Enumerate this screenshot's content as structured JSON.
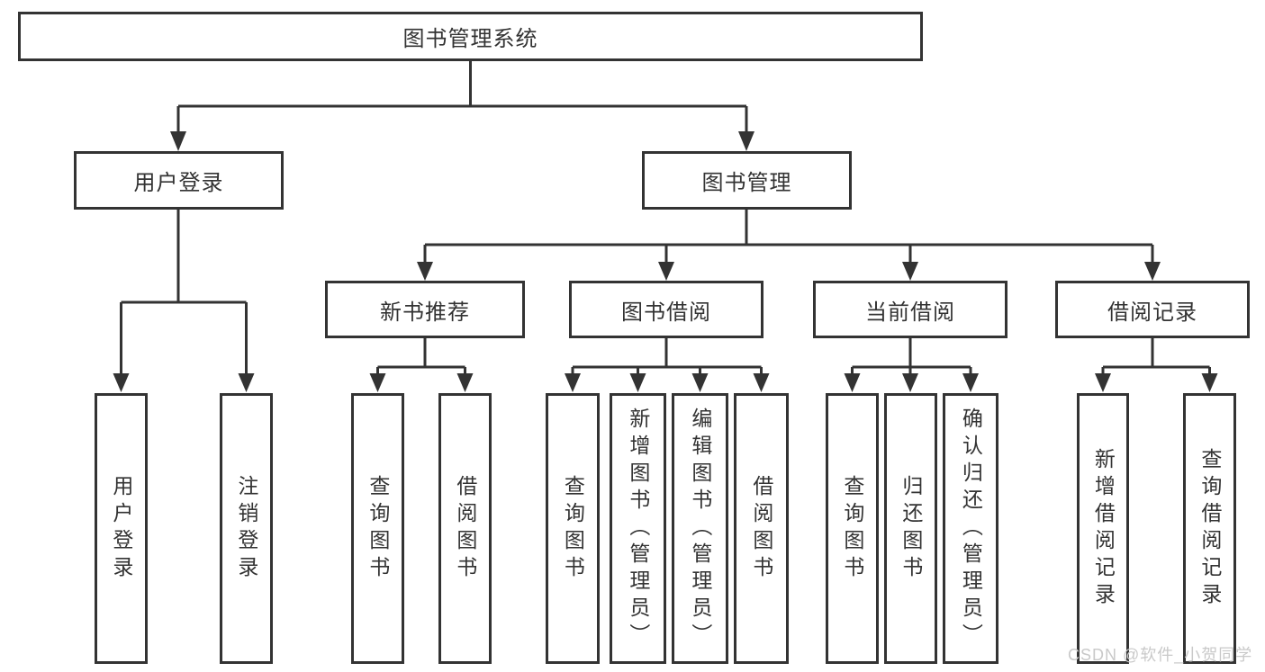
{
  "diagram": {
    "title": "图书管理系统",
    "watermark": "CSDN @软件_小贺同学",
    "colors": {
      "line": "#333333",
      "text": "#333333",
      "background": "#ffffff",
      "watermark": "#c9c9c9"
    },
    "nodes": {
      "root": {
        "label": "图书管理系统"
      },
      "user_login": {
        "label": "用户登录"
      },
      "book_mgmt": {
        "label": "图书管理"
      },
      "new_book_rec": {
        "label": "新书推荐"
      },
      "book_borrow": {
        "label": "图书借阅"
      },
      "current_borrow": {
        "label": "当前借阅"
      },
      "borrow_records": {
        "label": "借阅记录"
      },
      "leaf_user_login": {
        "label": "用户登录"
      },
      "leaf_logout": {
        "label": "注销登录"
      },
      "leaf_query_book_1": {
        "label": "查询图书"
      },
      "leaf_borrow_book_1": {
        "label": "借阅图书"
      },
      "leaf_query_book_2": {
        "label": "查询图书"
      },
      "leaf_add_book": {
        "label": "新增图书（管理员）"
      },
      "leaf_edit_book": {
        "label": "编辑图书（管理员）"
      },
      "leaf_borrow_book_2": {
        "label": "借阅图书"
      },
      "leaf_query_book_3": {
        "label": "查询图书"
      },
      "leaf_return_book": {
        "label": "归还图书"
      },
      "leaf_confirm_return": {
        "label": "确认归还（管理员）"
      },
      "leaf_add_record": {
        "label": "新增借阅记录"
      },
      "leaf_query_record": {
        "label": "查询借阅记录"
      }
    }
  }
}
